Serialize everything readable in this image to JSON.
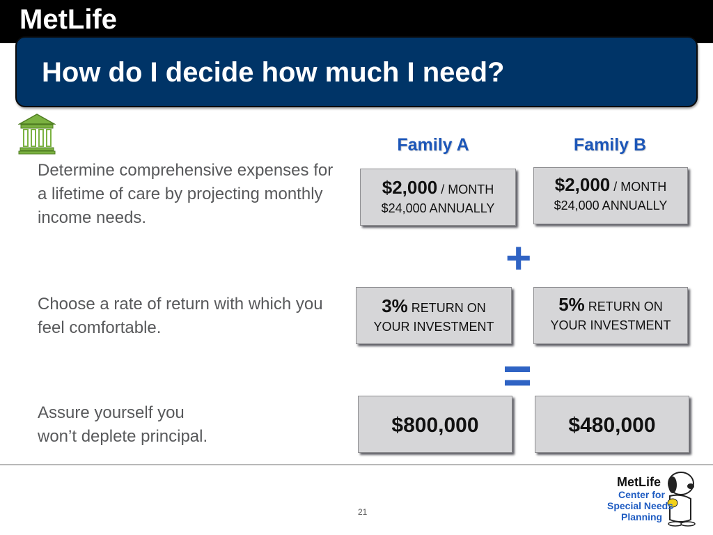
{
  "header": {
    "brand": "MetLife",
    "title": "How do I decide how much I need?"
  },
  "left": {
    "rows": [
      {
        "text": "Determine comprehensive expenses for a lifetime of care by projecting monthly income needs."
      },
      {
        "text": "Choose a rate of return with which you feel comfortable."
      },
      {
        "text_line1": "Assure yourself you",
        "text_line2": "won’t deplete principal."
      }
    ]
  },
  "columns": [
    {
      "heading": "Family A",
      "income": {
        "amount": "$2,000",
        "unit": " / MONTH",
        "annual": "$24,000 ANNUALLY"
      },
      "rate": {
        "value": "3%",
        "label_a": " RETURN ON",
        "label_b": "YOUR INVESTMENT"
      },
      "total": "$800,000"
    },
    {
      "heading": "Family B",
      "income": {
        "amount": "$2,000",
        "unit": " / MONTH",
        "annual": "$24,000 ANNUALLY"
      },
      "rate": {
        "value": "5%",
        "label_a": " RETURN ON",
        "label_b": "YOUR INVESTMENT"
      },
      "total": "$480,000"
    }
  ],
  "operators": {
    "plus": "+",
    "equals": "="
  },
  "footer": {
    "page_number": "21",
    "logo": {
      "brand": "MetLife",
      "line1": "Center for",
      "line2": "Special Needs",
      "line3": "Planning"
    }
  },
  "colors": {
    "title_bg": "#003467",
    "heading_blue": "#1c56b8",
    "card_bg": "#d6d6d8",
    "operator_blue": "#2f63c4",
    "icon_green": "#7bb241"
  }
}
